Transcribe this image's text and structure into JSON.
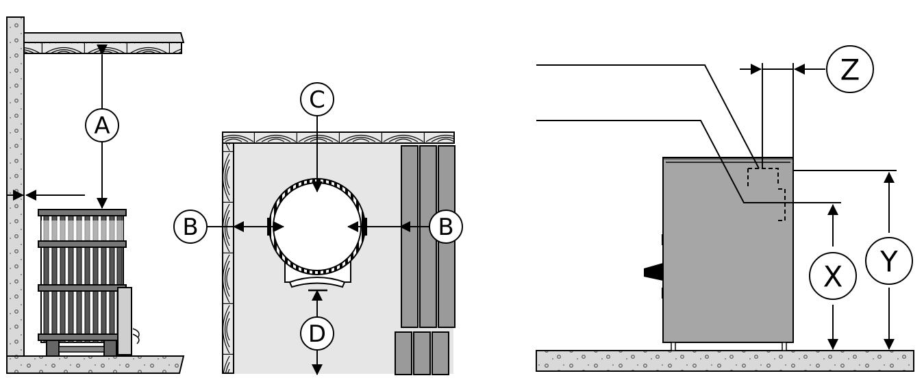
{
  "labels": {
    "a": "A",
    "b_left": "B",
    "b_right": "B",
    "c": "C",
    "d": "D",
    "x": "X",
    "y": "Y",
    "z": "Z"
  },
  "colors": {
    "ink": "#000000",
    "heater_fill": "#a6a6a6",
    "floor_plan_fill": "#e6e6e6",
    "panel_fill": "#9a9a9a",
    "concrete_fill": "#d9d9d9"
  }
}
